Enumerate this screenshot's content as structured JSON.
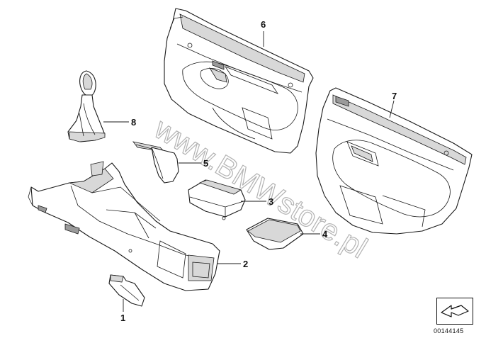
{
  "watermark": {
    "text": "www.BMWstore.pl"
  },
  "diagram": {
    "reference_code": "00144145",
    "callouts": [
      {
        "id": "1",
        "label": "1",
        "part": "bracket"
      },
      {
        "id": "2",
        "label": "2",
        "part": "center-console"
      },
      {
        "id": "3",
        "label": "3",
        "part": "armrest-cushion"
      },
      {
        "id": "4",
        "label": "4",
        "part": "storage-lid"
      },
      {
        "id": "5",
        "label": "5",
        "part": "handbrake-grip-cover"
      },
      {
        "id": "6",
        "label": "6",
        "part": "front-door-trim-panel"
      },
      {
        "id": "7",
        "label": "7",
        "part": "rear-door-trim-panel"
      },
      {
        "id": "8",
        "label": "8",
        "part": "gear-shift-boot"
      }
    ]
  },
  "colors": {
    "line": "#1a1a1a",
    "watermark": "#b3b3b3",
    "shading": "#d8d8d8"
  },
  "icons": {
    "reference_box": "arrow-reference-icon"
  }
}
